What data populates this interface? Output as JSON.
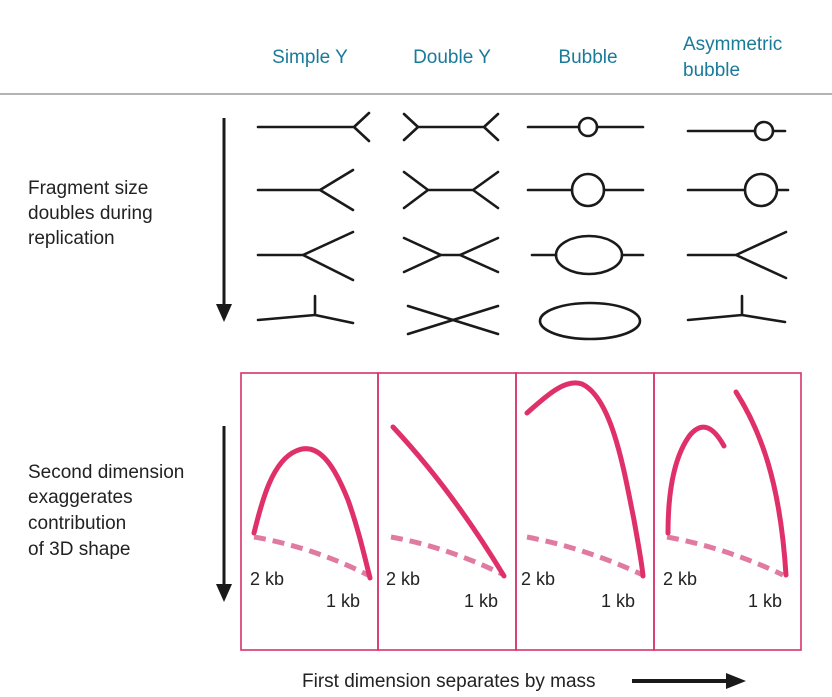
{
  "columns": [
    {
      "line1": "Simple Y",
      "line2": ""
    },
    {
      "line1": "Double Y",
      "line2": ""
    },
    {
      "line1": "Bubble",
      "line2": ""
    },
    {
      "line1": "Asymmetric",
      "line2": "bubble"
    }
  ],
  "top_label": [
    "Fragment size",
    "doubles during",
    "replication"
  ],
  "bottom_label": [
    "Second dimension",
    "exaggerates",
    "contribution",
    "of 3D shape"
  ],
  "kb_labels": {
    "large": "2 kb",
    "small": "1 kb"
  },
  "caption": "First dimension separates by mass",
  "colors": {
    "heading": "#1a7a9a",
    "arc": "#e0306a",
    "arc_dashed": "#e07aa0",
    "panel_border": "#d6336c",
    "shape": "#1a1a1a"
  }
}
